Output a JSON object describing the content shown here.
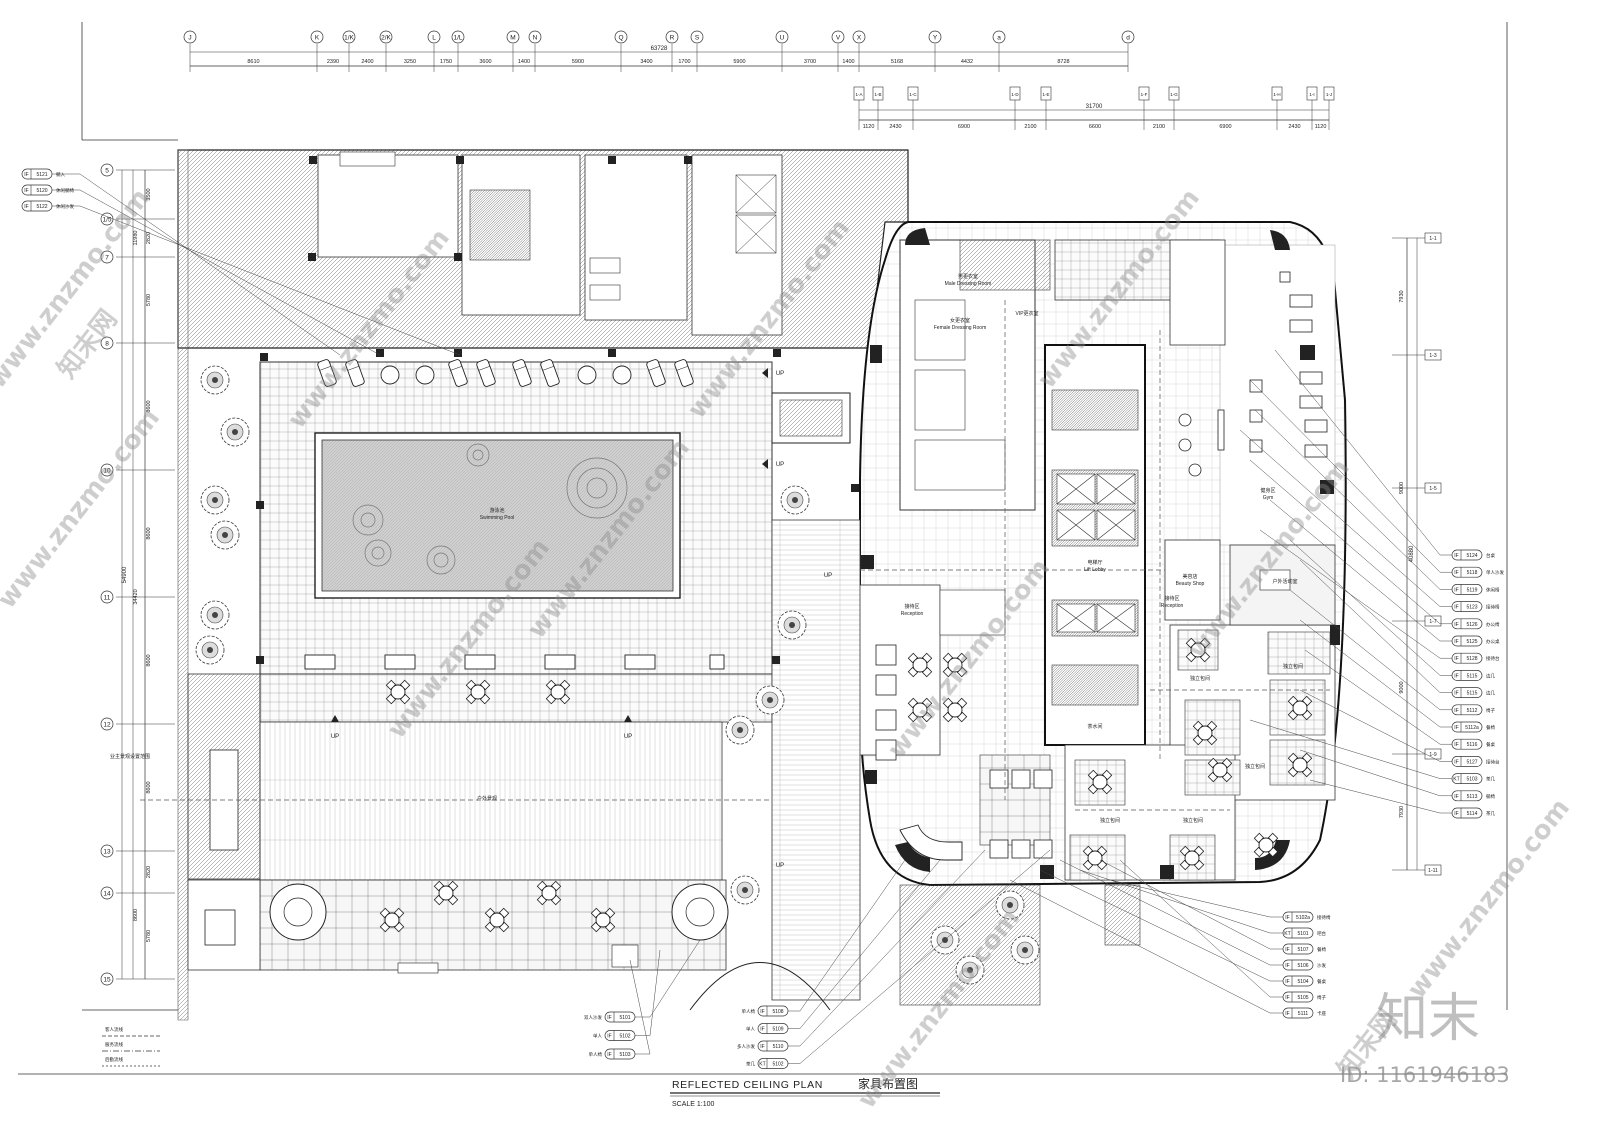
{
  "grid": {
    "top_labels": [
      "J",
      "K",
      "1/K",
      "2/K",
      "L",
      "1/L",
      "M",
      "N",
      "Q",
      "R",
      "S",
      "U",
      "V",
      "X",
      "Y",
      "a",
      "d"
    ],
    "top_dims": [
      "8610",
      "2390",
      "2400",
      "3250",
      "1750",
      "3600",
      "1400",
      "5900",
      "3400",
      "1700",
      "5900",
      "3700",
      "1400",
      "5168",
      "4432",
      "8728"
    ],
    "top_total": "63728",
    "sub_labels": [
      "1-A",
      "1-B",
      "1-C",
      "1-D",
      "1-E",
      "1-F",
      "1-G",
      "1-H",
      "1-I",
      "1-J"
    ],
    "sub_dims": [
      "1120",
      "2430",
      "6900",
      "2100",
      "6600",
      "2100",
      "6900",
      "2430",
      "1120"
    ],
    "sub_total": "31700",
    "left_labels": [
      "5",
      "1/5",
      "7",
      "8",
      "10",
      "11",
      "12",
      "13",
      "14",
      "15"
    ],
    "left_dims": [
      "3500",
      "2820",
      "5780",
      "8600",
      "8600",
      "8600",
      "8600",
      "2820",
      "5780"
    ],
    "left_partial": [
      "11980",
      "34420",
      "8600"
    ],
    "left_total": "54900",
    "right_labels": [
      "1-1",
      "1-3",
      "1-5",
      "1-7",
      "1-9",
      "1-11"
    ],
    "right_dims": [
      "7930",
      "9000",
      "9000",
      "7930"
    ],
    "right_total": "40880"
  },
  "tags_left": [
    {
      "code": "IF 5121",
      "note": "躺入"
    },
    {
      "code": "IF 5120",
      "note": "休闲躺椅"
    },
    {
      "code": "IF 5122",
      "note": "休闲沙发"
    }
  ],
  "tags_right": [
    {
      "code": "IF 5124",
      "note": "台桌"
    },
    {
      "code": "IF 5118",
      "note": "单人沙发"
    },
    {
      "code": "IF 5119",
      "note": "休闲椅"
    },
    {
      "code": "IF 5123",
      "note": "接待椅"
    },
    {
      "code": "IF 5126",
      "note": "办公椅"
    },
    {
      "code": "IF 5125",
      "note": "办公桌"
    },
    {
      "code": "IF 5128",
      "note": "接待台"
    },
    {
      "code": "IF 5115",
      "note": "边几"
    },
    {
      "code": "IF 5115",
      "note": "边几"
    },
    {
      "code": "IF 5112",
      "note": "椅子"
    },
    {
      "code": "IF 5112a",
      "note": "餐椅"
    },
    {
      "code": "IF 5116",
      "note": "餐桌"
    },
    {
      "code": "IF 5127",
      "note": "接待台"
    },
    {
      "code": "KT 5103",
      "note": "茶几"
    },
    {
      "code": "IF 5113",
      "note": "躺椅"
    },
    {
      "code": "IF 5114",
      "note": "茶几"
    }
  ],
  "tags_bottom_right": [
    {
      "code": "IF 5102a",
      "note": "接待椅"
    },
    {
      "code": "KT 5101",
      "note": "吧台"
    },
    {
      "code": "IF 5107",
      "note": "餐椅"
    },
    {
      "code": "IF 5106",
      "note": "沙发"
    },
    {
      "code": "IF 5104",
      "note": "餐桌"
    },
    {
      "code": "IF 5105",
      "note": "椅子"
    },
    {
      "code": "IF 5111",
      "note": "卡座"
    }
  ],
  "tags_bottom_center": [
    {
      "code": "IF 5108",
      "note": "单人椅"
    },
    {
      "code": "IF 5109",
      "note": "单人"
    },
    {
      "code": "IF 5110",
      "note": "多人沙发"
    },
    {
      "code": "KT 5102",
      "note": "茶几"
    }
  ],
  "tags_bottom_left": [
    {
      "code": "IF 5101",
      "note": "双人沙发"
    },
    {
      "code": "IF 5102",
      "note": "单人"
    },
    {
      "code": "IF 5103",
      "note": "单人椅"
    }
  ],
  "rooms": {
    "pool": "游泳池",
    "pool_en": "Swimming Pool",
    "deck": "户外景观",
    "gym": "健身区",
    "gym_en": "Gym",
    "lift": "电梯厅",
    "lift_en": "Lift Lobby",
    "beauty": "美容店",
    "beauty_en": "Beauty Shop",
    "reception": "接待区",
    "reception_en": "Reception",
    "reception2": "接待区",
    "reception2_en": "Reception",
    "male": "男更衣室",
    "male_en": "Male Dressing Room",
    "female": "女更衣室",
    "female_en": "Female Dressing Room",
    "vip": "VIP更衣室",
    "office": "户外活动室",
    "bar": "茶水间",
    "private1": "独立包间",
    "private2": "独立包间",
    "private3": "独立包间",
    "private4": "独立包间",
    "private5": "独立包间"
  },
  "markers": {
    "up": "UP",
    "plaza_note": "业主景观设置范围"
  },
  "legend": [
    "客人流线",
    "服务流线",
    "后勤流线"
  ],
  "footer": {
    "title_en": "REFLECTED CEILING PLAN",
    "title_cn": "家具布置图",
    "scale": "SCALE   1:100"
  },
  "watermark": {
    "site": "www.znzmo.com",
    "brand_cn": "知末网",
    "logo": "知末",
    "id": "ID: 1161946183"
  }
}
